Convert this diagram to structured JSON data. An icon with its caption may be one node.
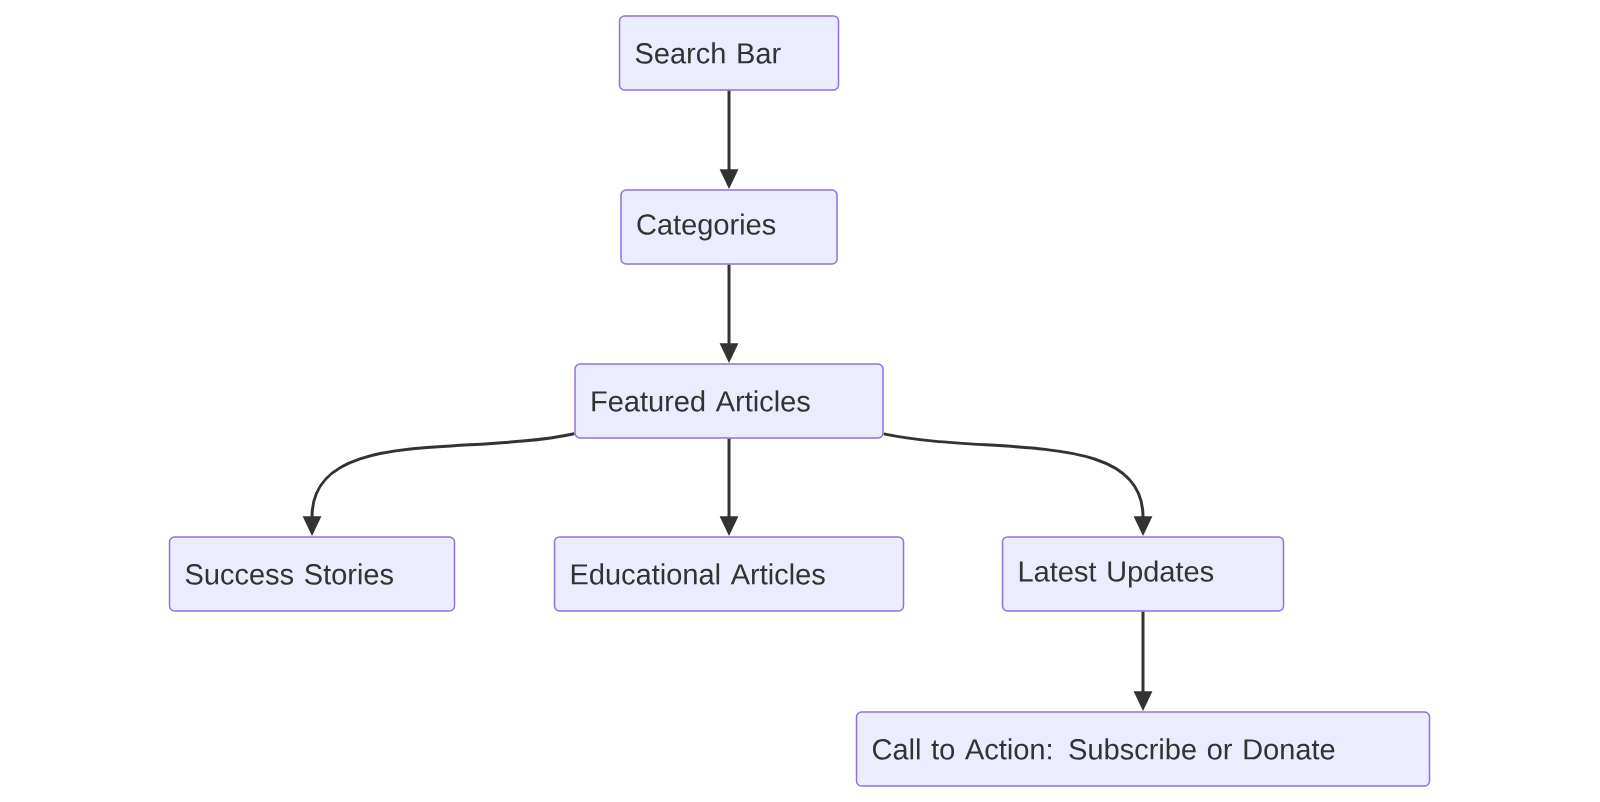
{
  "diagram": {
    "nodes": [
      {
        "text": [
          "Search Bar"
        ]
      },
      {
        "text": [
          "Categories"
        ]
      },
      {
        "text": [
          "Featured Articles"
        ]
      },
      {
        "text": [
          "Success Stories"
        ]
      },
      {
        "text": [
          "Educational Articles"
        ]
      },
      {
        "text": [
          "Latest Updates"
        ]
      },
      {
        "text": [
          "Call to Action: Subscribe or Donate"
        ]
      }
    ],
    "edges": [
      {
        "from": 0,
        "to": 1,
        "arrow": "to"
      },
      {
        "from": 1,
        "to": 2,
        "arrow": "to"
      },
      {
        "from": 2,
        "to": 3,
        "arrow": "to"
      },
      {
        "from": 2,
        "to": 4,
        "arrow": "to"
      },
      {
        "from": 2,
        "to": 5,
        "arrow": "to"
      },
      {
        "from": 5,
        "to": 6,
        "arrow": "to"
      }
    ]
  }
}
